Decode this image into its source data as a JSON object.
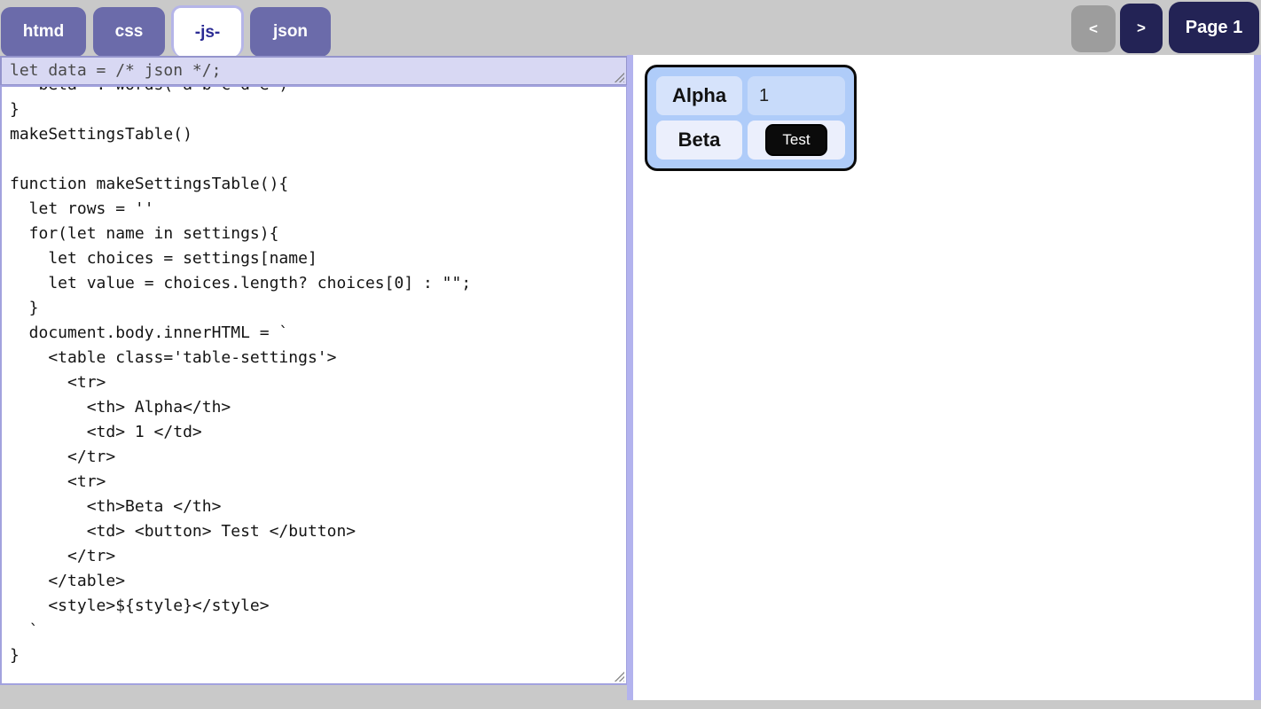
{
  "tabs": [
    {
      "label": "htmd",
      "active": false
    },
    {
      "label": "css",
      "active": false
    },
    {
      "label": "-js-",
      "active": true
    },
    {
      "label": "json",
      "active": false
    }
  ],
  "pager": {
    "prev_label": "<",
    "next_label": ">",
    "page_label": "Page 1"
  },
  "editor": {
    "first_line": "let data = /* json */;",
    "code": "  'beta' : words('a b c d e')\n}\nmakeSettingsTable()\n\nfunction makeSettingsTable(){\n  let rows = ''\n  for(let name in settings){\n    let choices = settings[name]\n    let value = choices.length? choices[0] : \"\";\n  }\n  document.body.innerHTML = `\n    <table class='table-settings'>\n      <tr>\n        <th> Alpha</th>\n        <td> 1 </td>\n      </tr>\n      <tr>\n        <th>Beta </th>\n        <td> <button> Test </button>\n      </tr>\n    </table>\n    <style>${style}</style>\n  `\n}"
  },
  "preview": {
    "table": {
      "rows": [
        {
          "header": "Alpha",
          "value": "1",
          "value_type": "text"
        },
        {
          "header": "Beta",
          "value": "Test",
          "value_type": "button"
        }
      ]
    }
  },
  "colors": {
    "page_background": "#c9c9c9",
    "tab_purple": "#6b6baa",
    "active_tab_text": "#2b2b94",
    "navy_button": "#232355",
    "gray_button": "#9d9d9d",
    "editor_highlight": "#d8d8f3",
    "preview_border": "#b3b3ee",
    "table_background": "#afccf9",
    "cell_blue_light": "#d6e3fb",
    "cell_blue": "#c8dbfa",
    "cell_pale": "#ebeffc",
    "test_button_black": "#0b0b0b"
  }
}
